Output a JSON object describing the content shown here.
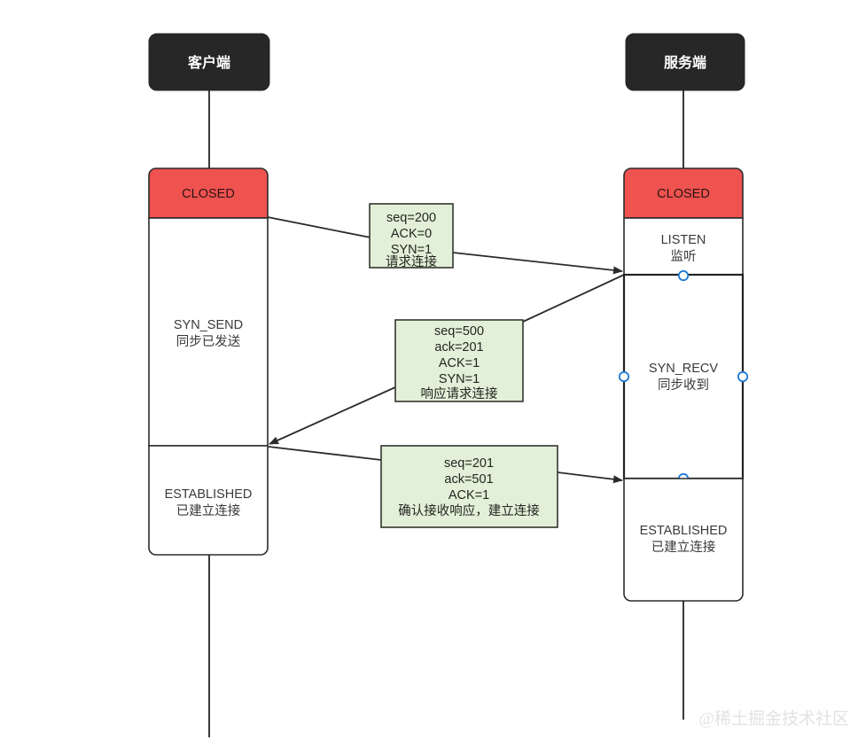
{
  "diagram": {
    "title": "TCP three-way handshake sequence diagram",
    "colors": {
      "lane_header_bg": "#272727",
      "lane_header_text": "#ffffff",
      "closed_state_bg": "#ef5350",
      "message_bg": "#e2efd9",
      "message_border": "#33342e",
      "line": "#2b2b2b",
      "selection_handle": "#1e7ad6",
      "watermark": "#e2e2e2"
    },
    "lanes": [
      {
        "id": "client",
        "label": "客户端"
      },
      {
        "id": "server",
        "label": "服务端"
      }
    ],
    "client_states": [
      {
        "id": "client-closed",
        "name": "CLOSED",
        "name_cn": ""
      },
      {
        "id": "client-syn-send",
        "name": "SYN_SEND",
        "name_cn": "同步已发送"
      },
      {
        "id": "client-established",
        "name": "ESTABLISHED",
        "name_cn": "已建立连接"
      }
    ],
    "server_states": [
      {
        "id": "server-closed",
        "name": "CLOSED",
        "name_cn": ""
      },
      {
        "id": "server-listen",
        "name": "LISTEN",
        "name_cn": "监听"
      },
      {
        "id": "server-syn-recv",
        "name": "SYN_RECV",
        "name_cn": "同步收到",
        "selected": true
      },
      {
        "id": "server-established",
        "name": "ESTABLISHED",
        "name_cn": "已建立连接"
      }
    ],
    "messages": [
      {
        "id": "msg-syn",
        "direction": "client-to-server",
        "lines": [
          "seq=200",
          "ACK=0",
          "SYN=1",
          "请求连接"
        ]
      },
      {
        "id": "msg-syn-ack",
        "direction": "server-to-client",
        "lines": [
          "seq=500",
          "ack=201",
          "ACK=1",
          "SYN=1",
          "响应请求连接"
        ]
      },
      {
        "id": "msg-ack",
        "direction": "client-to-server",
        "lines": [
          "seq=201",
          "ack=501",
          "ACK=1",
          "确认接收响应，建立连接"
        ]
      }
    ],
    "watermark": "@稀土掘金技术社区"
  }
}
